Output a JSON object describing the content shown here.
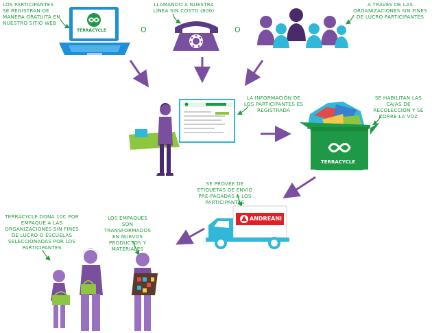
{
  "steps": {
    "register_text": "Los participantes se registran de manera gratuita en nuestro sitio web",
    "phone_text": "Llamando a nuestra linea sin costo (800)",
    "orgs_text": "A través de las organizaciones sin fines de lucro participantes",
    "registered_text": "La información de los participantes es registrada",
    "boxes_text": "Se habilitan las cajas de recolección y se corre la voz",
    "labels_text": "Se provee de etiquetas de envío pre-pagadas a los participantes",
    "donation_text": "TerraCycle dona 10c por empaque a las organizaciones sin fines de lucro o escuelas seleccionadas por los participantes",
    "transform_text": "Los empaques son transformados en nuevos productos y materiales"
  },
  "separators": [
    "O",
    "O"
  ],
  "brands": {
    "laptop_logo": "TERRACYCLE",
    "bin_logo": "TERRACYCLE",
    "truck_logo": "ANDREANI"
  },
  "colors": {
    "green_text": "#1f9a3c",
    "purple": "#7b4fa0",
    "terracycle_green": "#1e9a46",
    "laptop_blue": "#1f8fd8",
    "cyan": "#2fb8d9",
    "dark_purple": "#4a2a6a"
  }
}
